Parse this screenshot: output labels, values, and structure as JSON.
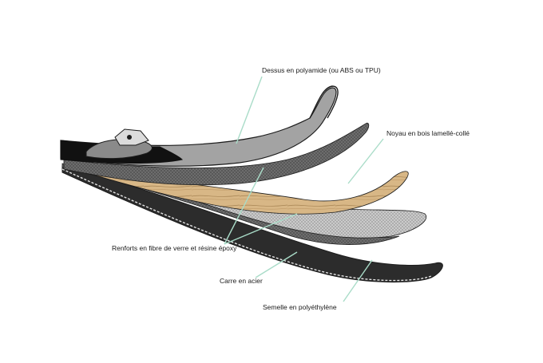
{
  "diagram": {
    "labels": {
      "top": "Dessus en polyamide (ou ABS ou TPU)",
      "core": "Noyau en bois lamellé-collé",
      "reinforcement": "Renforts en fibre de verre et résine époxy",
      "edge": "Carre en acier",
      "base": "Semelle en polyéthylène"
    },
    "colors": {
      "leader": "#a9dcc8",
      "top_sheet": "#a3a3a3",
      "wood": "#d8b786",
      "fiber_dark": "#6d6d6d",
      "fiber_light": "#c9c9c9",
      "base": "#2c2c2c",
      "outline": "#1d1d1d"
    }
  }
}
